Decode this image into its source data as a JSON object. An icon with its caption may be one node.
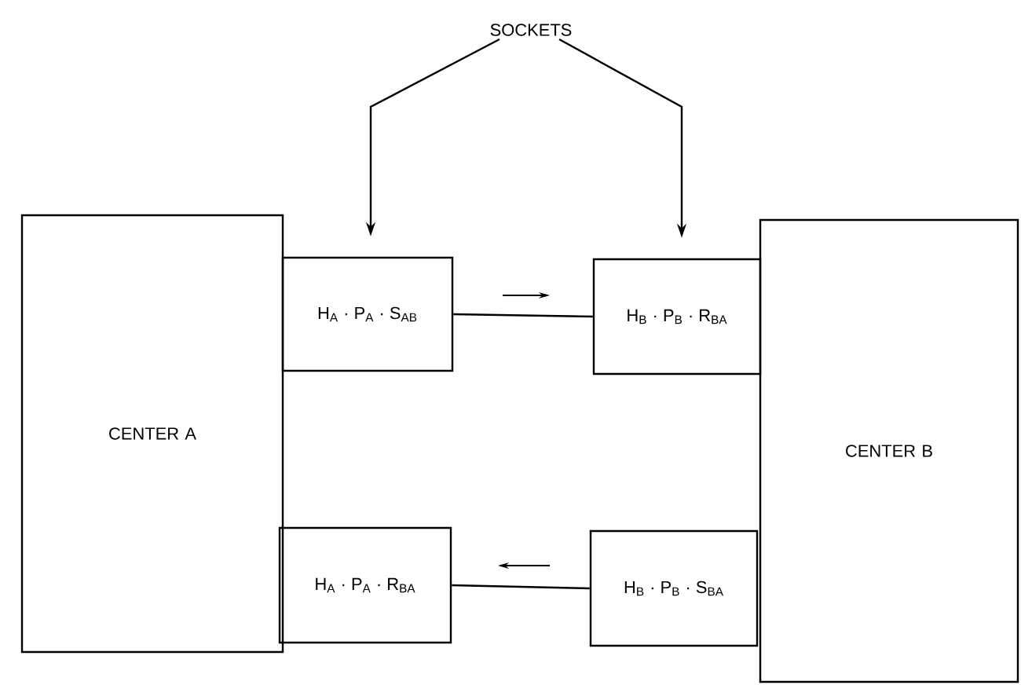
{
  "diagram": {
    "nodes": [
      {
        "text": [
          "CENTER A"
        ]
      },
      {
        "text": [
          "H$_{A}$ · P$_{A}$ · S$_{AB}$"
        ]
      },
      {
        "text": [
          "H$_{B}$ · P$_{B}$ · R$_{BA}$"
        ]
      },
      {
        "text": [
          "CENTER B"
        ]
      },
      {
        "text": [
          "H$_{A}$ · P$_{A}$ · R$_{BA}$"
        ]
      },
      {
        "text": [
          "H$_{B}$ · P$_{B}$ · S$_{BA}$"
        ]
      },
      {
        "text": [
          "SOCKETS"
        ]
      }
    ],
    "edges": [
      {
        "from": 1,
        "to": 2,
        "arrow": "none"
      },
      {
        "from": 5,
        "to": 4,
        "arrow": "none"
      },
      {
        "from": 6,
        "to": 1,
        "arrow": "to"
      },
      {
        "from": 6,
        "to": 2,
        "arrow": "to"
      }
    ]
  }
}
